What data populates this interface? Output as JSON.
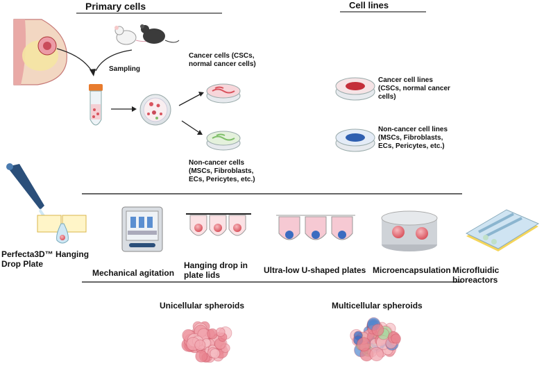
{
  "sections": {
    "primary_title": "Primary cells",
    "cell_lines_title": "Cell lines"
  },
  "primary": {
    "sampling": "Sampling",
    "cancer_cells_1": "Cancer cells (CSCs,",
    "cancer_cells_2": "normal cancer cells)",
    "noncancer_1": "Non-cancer cells",
    "noncancer_2": "(MSCs, Fibroblasts,",
    "noncancer_3": "ECs, Pericytes, etc.)"
  },
  "lines": {
    "cancer_1": "Cancer cell lines",
    "cancer_2": "(CSCs, normal cancer",
    "cancer_3": "cells)",
    "noncancer_1": "Non-cancer cell lines",
    "noncancer_2": "(MSCs, Fibroblasts,",
    "noncancer_3": "ECs, Pericytes, etc.)"
  },
  "methods": {
    "perfecta_1": "Perfecta3D™ Hanging",
    "perfecta_2": "Drop Plate",
    "agitation": "Mechanical agitation",
    "hanging_1": "Hanging drop in",
    "hanging_2": "plate lids",
    "ultralow": "Ultra-low U-shaped plates",
    "microencap": "Microencapsulation",
    "microfluidic": "Microfluidic bioreactors"
  },
  "spheroids": {
    "uni": "Unicellular spheroids",
    "multi": "Multicellular spheroids"
  },
  "colors": {
    "cancer": "#d9545e",
    "noncancer": "#7fbf6a",
    "line_blue": "#2f5fb0",
    "divider": "#333333"
  },
  "icons": [
    "breast-tissue-icon",
    "mouse-icon",
    "tube-icon",
    "petri-dish-icon",
    "pipette-icon",
    "incubator-icon",
    "spheroid-icon"
  ]
}
